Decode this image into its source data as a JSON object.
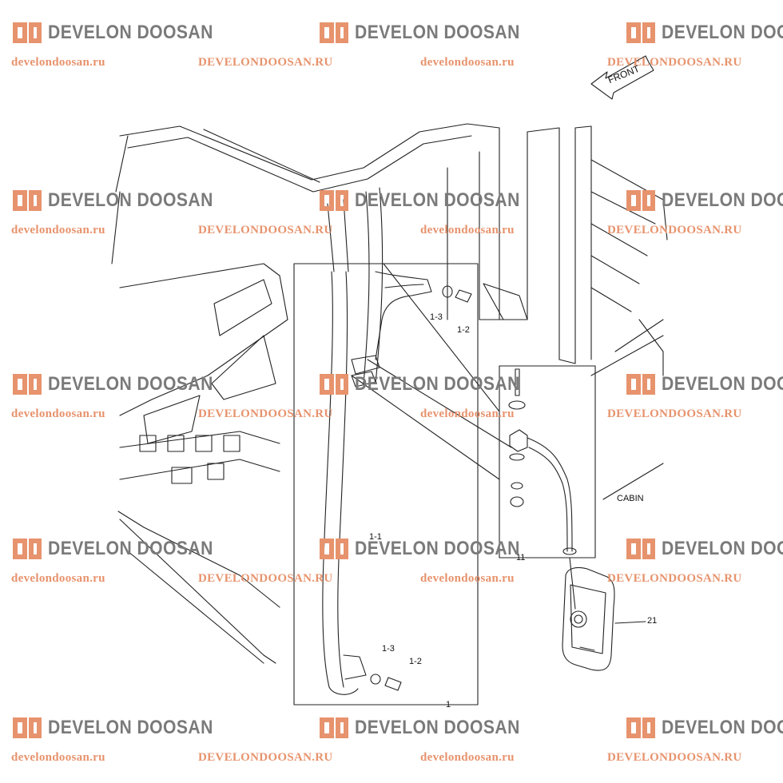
{
  "watermark": {
    "brand": "DEVELON DOOSAN",
    "url_lower": "develondoosan.ru",
    "url_upper": "DEVELONDOOSAN.RU",
    "logo_color": "#e7936d",
    "text_color": "#7a7a7a"
  },
  "diagram": {
    "front_label": "FRONT",
    "cabin_label": "CABIN",
    "part_labels": {
      "p1": "1",
      "p1_1": "1-1",
      "p1_2_top": "1-2",
      "p1_3_top": "1-3",
      "p1_2_bottom": "1-2",
      "p1_3_bottom": "1-3",
      "p11": "11",
      "p21": "21"
    }
  }
}
